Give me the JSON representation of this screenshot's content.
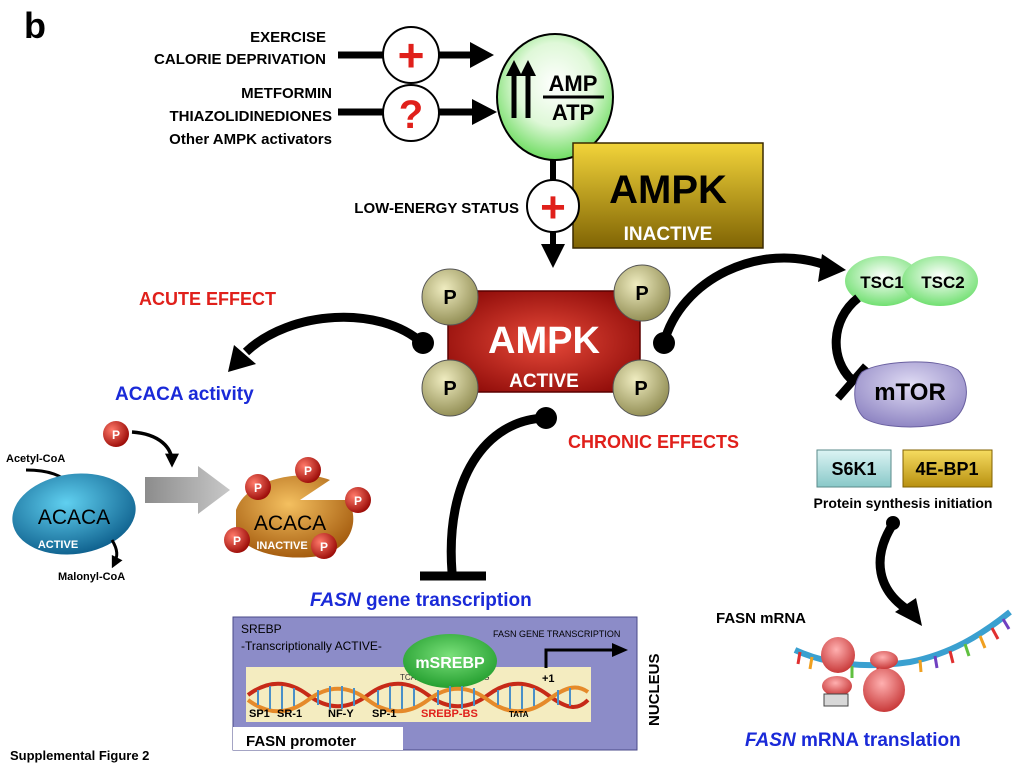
{
  "panel_letter": "b",
  "footer": "Supplemental Figure 2",
  "inputs": {
    "line1": "EXERCISE",
    "line2": "CALORIE DEPRIVATION",
    "line3": "METFORMIN",
    "line4": "THIAZOLIDINEDIONES",
    "line5": "Other AMPK activators",
    "plus_symbol": "+",
    "question_symbol": "?"
  },
  "ratio": {
    "numerator": "AMP",
    "denominator": "ATP"
  },
  "low_energy": "LOW-ENERGY STATUS",
  "ampk_inactive": {
    "name": "AMPK",
    "state": "INACTIVE"
  },
  "ampk_active": {
    "name": "AMPK",
    "state": "ACTIVE",
    "phospho": "P"
  },
  "acute_effect": "ACUTE EFFECT",
  "acaca_activity": "ACACA activity",
  "chronic_effects": "CHRONIC EFFECTS",
  "acaca": {
    "acetyl_coa": "Acetyl-CoA",
    "malonyl_coa": "Malonyl-CoA",
    "active_name": "ACACA",
    "active_state": "ACTIVE",
    "inactive_name": "ACACA",
    "inactive_state": "INACTIVE",
    "phospho": "P"
  },
  "tsc": {
    "tsc1": "TSC1",
    "tsc2": "TSC2"
  },
  "mtor": "mTOR",
  "s6k1": "S6K1",
  "ebp1": "4E-BP1",
  "protein_synthesis": "Protein synthesis initiation",
  "fasn_mrna": "FASN mRNA",
  "fasn_translation": {
    "gene": "FASN",
    "rest": " mRNA translation"
  },
  "fasn_transcription": {
    "gene": "FASN",
    "rest": " gene transcription"
  },
  "nucleus": {
    "srebp": "SREBP",
    "srebp_sub": "-Transcriptionally ACTIVE-",
    "msrebp": "mSREBP",
    "sequence": "TCACCCATGTGGCTGG",
    "gene_label": "FASN GENE TRANSCRIPTION",
    "plus_one": "+1",
    "label": "NUCLEUS",
    "promoter_label": "FASN promoter",
    "elements": [
      "SP1",
      "SR-1",
      "NF-Y",
      "SP-1",
      "SREBP-BS",
      "TATA"
    ]
  },
  "colors": {
    "red": "#e0201b",
    "blue": "#1a2ad8",
    "ampk_active_fill": "#c0120e",
    "ampk_inactive_fill": "#a88a08",
    "nucleus_fill": "#8c8cc8",
    "acaca_active": "#1e9ac8",
    "acaca_inactive": "#d88a1c"
  }
}
